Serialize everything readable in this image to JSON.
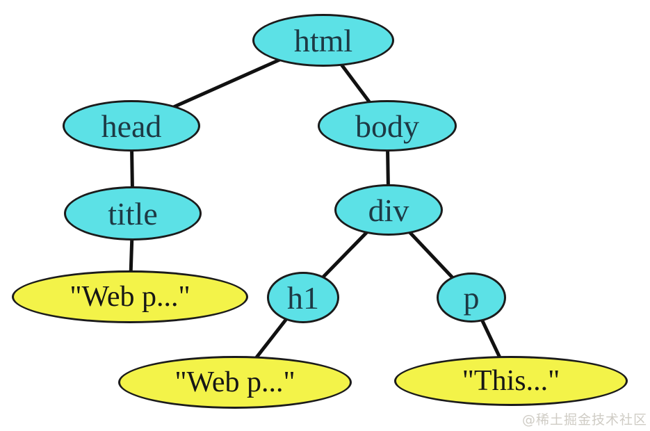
{
  "colors": {
    "element_fill": "#5ce1e6",
    "textnode_fill": "#f3f349",
    "node_stroke": "#1b1b1b",
    "edge_color": "#111111",
    "element_label_color": "#1d3944",
    "textnode_label_color": "#161616",
    "watermark_color": "#cfccc5"
  },
  "nodes": {
    "html": {
      "label": "html",
      "type": "element"
    },
    "head": {
      "label": "head",
      "type": "element"
    },
    "body": {
      "label": "body",
      "type": "element"
    },
    "title": {
      "label": "title",
      "type": "element"
    },
    "div": {
      "label": "div",
      "type": "element"
    },
    "h1": {
      "label": "h1",
      "type": "element"
    },
    "p": {
      "label": "p",
      "type": "element"
    },
    "text_title": {
      "label": "\"Web p...\"",
      "type": "text"
    },
    "text_h1": {
      "label": "\"Web p...\"",
      "type": "text"
    },
    "text_p": {
      "label": "\"This...\"",
      "type": "text"
    }
  },
  "edges": [
    [
      "html",
      "head"
    ],
    [
      "html",
      "body"
    ],
    [
      "head",
      "title"
    ],
    [
      "title",
      "text_title"
    ],
    [
      "body",
      "div"
    ],
    [
      "div",
      "h1"
    ],
    [
      "div",
      "p"
    ],
    [
      "h1",
      "text_h1"
    ],
    [
      "p",
      "text_p"
    ]
  ],
  "watermark": "@稀土掘金技术社区"
}
